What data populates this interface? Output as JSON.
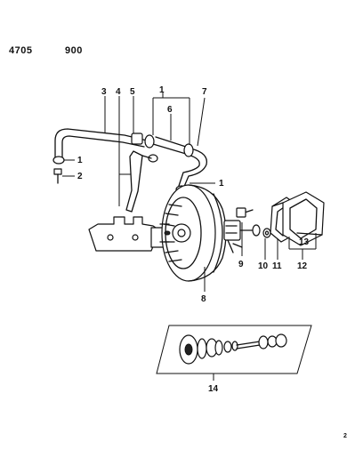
{
  "header": {
    "part_code": "4705",
    "group_code": "900"
  },
  "page_number": "2",
  "callouts": {
    "c1a": "1",
    "c1b": "1",
    "c1c": "1",
    "c2": "2",
    "c3": "3",
    "c4": "4",
    "c5": "5",
    "c6": "6",
    "c7": "7",
    "c8": "8",
    "c9": "9",
    "c10": "10",
    "c11": "11",
    "c12": "12",
    "c13": "13",
    "c14": "14"
  }
}
